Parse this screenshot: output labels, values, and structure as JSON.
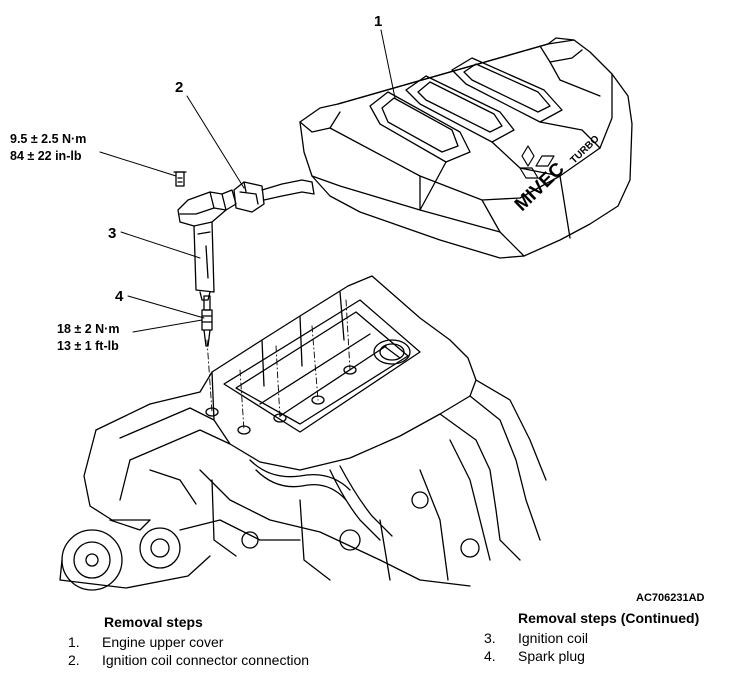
{
  "callouts": {
    "c1": "1",
    "c2": "2",
    "c3": "3",
    "c4": "4"
  },
  "torque_top": {
    "line1": "9.5 ± 2.5 N·m",
    "line2": "84 ± 22 in-lb"
  },
  "torque_bottom": {
    "line1": "18 ± 2 N·m",
    "line2": "13 ± 1 ft-lb"
  },
  "cover_logo": {
    "brand": "MIVEC",
    "suffix": "TURBO"
  },
  "figure_code": "AC706231AD",
  "removal_steps_left": {
    "heading": "Removal steps",
    "items": [
      {
        "num": "1.",
        "label": "Engine upper cover"
      },
      {
        "num": "2.",
        "label": "Ignition coil connector connection"
      }
    ]
  },
  "removal_steps_right": {
    "heading": "Removal steps (Continued)",
    "items": [
      {
        "num": "3.",
        "label": "Ignition coil"
      },
      {
        "num": "4.",
        "label": "Spark plug"
      }
    ]
  }
}
